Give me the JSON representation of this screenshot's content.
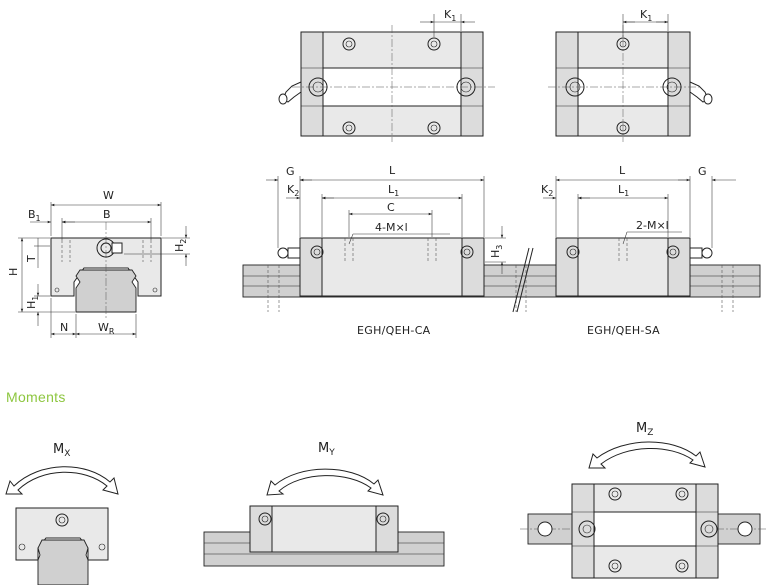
{
  "diagram": {
    "dimension_labels": {
      "W": "W",
      "B": "B",
      "B1": "B",
      "B1_sub": "1",
      "H": "H",
      "H1": "H",
      "H1_sub": "1",
      "H2": "H",
      "H2_sub": "2",
      "T": "T",
      "N": "N",
      "WR": "W",
      "WR_sub": "R",
      "K1": "K",
      "K1_sub": "1",
      "K2": "K",
      "K2_sub": "2",
      "G": "G",
      "L": "L",
      "L1": "L",
      "L1_sub": "1",
      "C": "C",
      "H3": "H",
      "H3_sub": "3",
      "ca_holes": "4-M×l",
      "sa_holes": "2-M×l"
    },
    "captions": {
      "ca": "EGH/QEH-CA",
      "sa": "EGH/QEH-SA"
    },
    "section_heading": "Moments",
    "moments": {
      "mx": "M",
      "mx_sub": "X",
      "my": "M",
      "my_sub": "Y",
      "mz": "M",
      "mz_sub": "Z"
    }
  },
  "colors": {
    "heading": "#8dc63f",
    "ink": "#222222",
    "block_fill": "#e9e9e9",
    "rail_fill": "#d0d0d0"
  }
}
